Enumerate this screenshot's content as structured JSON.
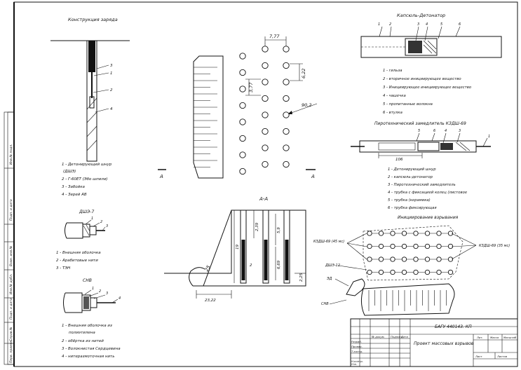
{
  "charge_design": {
    "title": "Конструкция заряда",
    "legend": [
      "1 - Детонирующий шнур",
      "(ДШЭ)",
      "2 - Г-60ЕТ (Эбо шпили)",
      "3 - Забойка",
      "4 - Зерей АВ"
    ],
    "callouts": [
      "3",
      "1",
      "2",
      "4"
    ]
  },
  "dshe_detail": {
    "title": "ДШЭ-7",
    "legend": [
      "1 - Внешняя оболочка",
      "2 - Арабитовые нити",
      "3 - ТЭН"
    ],
    "callouts": [
      "1",
      "2",
      "3"
    ]
  },
  "sns_detail": {
    "title": "СНВ",
    "legend": [
      "1 - Внешняя оболочка из",
      "полиэтилена",
      "2 - обёртка из нитей",
      "3 - Волокнистая Сердцевина",
      "4 - нитеразмоточная нить"
    ],
    "callouts": [
      "1",
      "2",
      "3",
      "4"
    ]
  },
  "hole_pattern": {
    "dims": [
      "7,77",
      "3,77",
      "6,22",
      "90,2"
    ],
    "section_marks": [
      "A",
      "A"
    ],
    "rows": 8,
    "columns": 3
  },
  "section_aa": {
    "title": "А-А",
    "dims": [
      "2,39",
      "5,9",
      "6,69",
      "2,25",
      "19",
      "23,22",
      "25"
    ],
    "hole_label": "2"
  },
  "capsule_detonator": {
    "title": "Капсюль-Детонатор",
    "callouts": [
      "1",
      "2",
      "3",
      "4",
      "5",
      "6"
    ],
    "legend": [
      "1 - гильза",
      "2 - вторичное инициирующее вещество",
      "3 - Инициирующее инициирующее вещество",
      "4 - чашечка",
      "5 - пропитанные волокна",
      "6 - втулка"
    ]
  },
  "connector": {
    "title": "Пиротехнический замедлитель КЗДШ-69",
    "dimension": "106",
    "callouts": [
      "1",
      "5",
      "6",
      "4",
      "3"
    ],
    "legend": [
      "1 - Детонирующий шнур",
      "2 - капсюль-детонатор",
      "3 - Пиротехнический замедлитель",
      "4 - трубка с фиксацией колец (листовое",
      "5 - трубка (керамика)",
      "6 - трубка фиксирующая"
    ]
  },
  "initiation_scheme": {
    "title": "Инициирование взрывания",
    "label_left": "КЗДШ-69 (45 мс)",
    "label_right": "КЗДШ-69 (35 мс)",
    "labels_lower": [
      "ДШЭ-12",
      "ЭД",
      "СНВ"
    ],
    "rows": 4,
    "columns": 8
  },
  "title_block": {
    "doc_code": "БАГУ 440143. КП",
    "doc_title": "Проект массовых взрывов",
    "header_cells": [
      "№ докум.",
      "Подпись",
      "Дата"
    ],
    "left_labels": [
      "Разраб.",
      "Провер.",
      "Т.контр.",
      "Н.контр.",
      "Утв."
    ],
    "right_header": [
      "Лит.",
      "Масса",
      "Масштаб"
    ],
    "sheet_labels": [
      "Лист",
      "Листов"
    ]
  },
  "side_stamp": {
    "labels": [
      "Инв.№ подл.",
      "Подп. и дата",
      "Взам. инв.№",
      "Инв.№ дубл.",
      "Подп. и дата",
      "Справ.№",
      "Перв. примен."
    ]
  }
}
